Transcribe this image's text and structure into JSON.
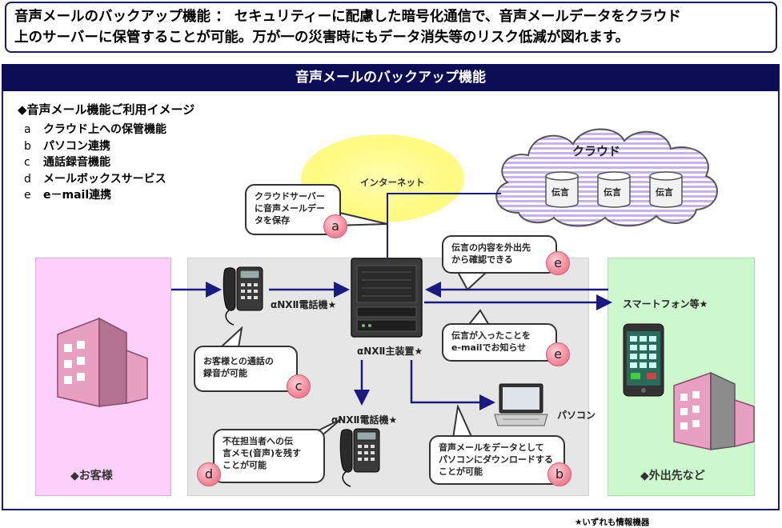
{
  "headline": {
    "line1": "音声メールのバックアップ機能 ： セキュリティーに配慮した暗号化通信で、音声メールデータをクラウド",
    "line2": "上のサーバーに保管することが可能。万が一の災害時にもデータ消失等のリスク低減が図れます。"
  },
  "section_title": "音声メールのバックアップ機能",
  "usage": {
    "title": "◆音声メール機能ご利用イメージ",
    "items": [
      {
        "key": "a",
        "label": "クラウド上への保管機能"
      },
      {
        "key": "b",
        "label": "パソコン連携"
      },
      {
        "key": "c",
        "label": "通話録音機能"
      },
      {
        "key": "d",
        "label": "メールボックスサービス"
      },
      {
        "key": "e",
        "label": "e－mail連携"
      }
    ]
  },
  "internet_label": "インターネット",
  "cloud": {
    "label": "クラウド",
    "storage": [
      "伝言",
      "伝言",
      "伝言"
    ]
  },
  "callouts": {
    "a": {
      "line1": "クラウドサーバー",
      "line2": "に音声メールデー",
      "line3": "タを保存",
      "badge": "a"
    },
    "e1": {
      "line1": "伝言の内容を外出先",
      "line2": "から確認できる",
      "badge": "e"
    },
    "e2": {
      "line1": "伝言が入ったことを",
      "line2": "e-mailでお知らせ",
      "badge": "e"
    },
    "c": {
      "line1": "お客様との通話の",
      "line2": "録音が可能",
      "badge": "c"
    },
    "d": {
      "line1": "不在担当者への伝",
      "line2": "言メモ(音声)を残す",
      "line3": "ことが可能",
      "badge": "d"
    },
    "b": {
      "line1": "音声メールをデータとして",
      "line2": "パソコンにダウンロードする",
      "line3": "ことが可能",
      "badge": "b"
    }
  },
  "labels": {
    "phone_top": "αNXⅡ電話機★",
    "main_unit": "αNXⅡ主装置★",
    "phone_bottom": "αNXⅡ電話機★",
    "pc": "パソコン",
    "smartphone": "スマートフォン等★",
    "customer": "◆お客様",
    "outside": "◆外出先など"
  },
  "footnote": "★いずれも情報機器",
  "colors": {
    "navy": "#0c0c55",
    "arrow": "#1a1a80",
    "pink_panel": "#fcd0fa",
    "gray_panel": "#e6e6e6",
    "green_panel": "#cdf7cd",
    "cloud_stripe": "#c7b2e8"
  }
}
